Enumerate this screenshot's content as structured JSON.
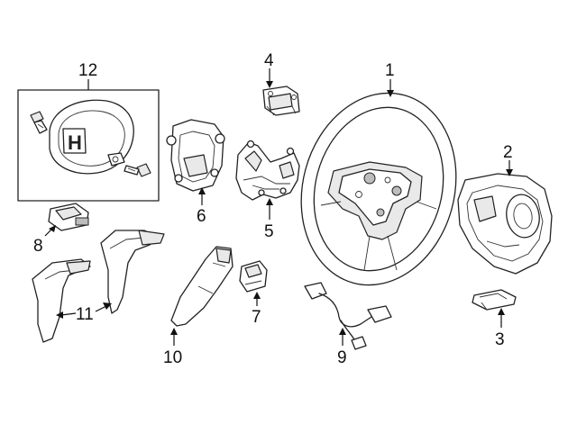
{
  "callouts": {
    "c1": "1",
    "c2": "2",
    "c3": "3",
    "c4": "4",
    "c5": "5",
    "c6": "6",
    "c7": "7",
    "c8": "8",
    "c9": "9",
    "c10": "10",
    "c11": "11",
    "c12": "12"
  },
  "logo_text": "H"
}
